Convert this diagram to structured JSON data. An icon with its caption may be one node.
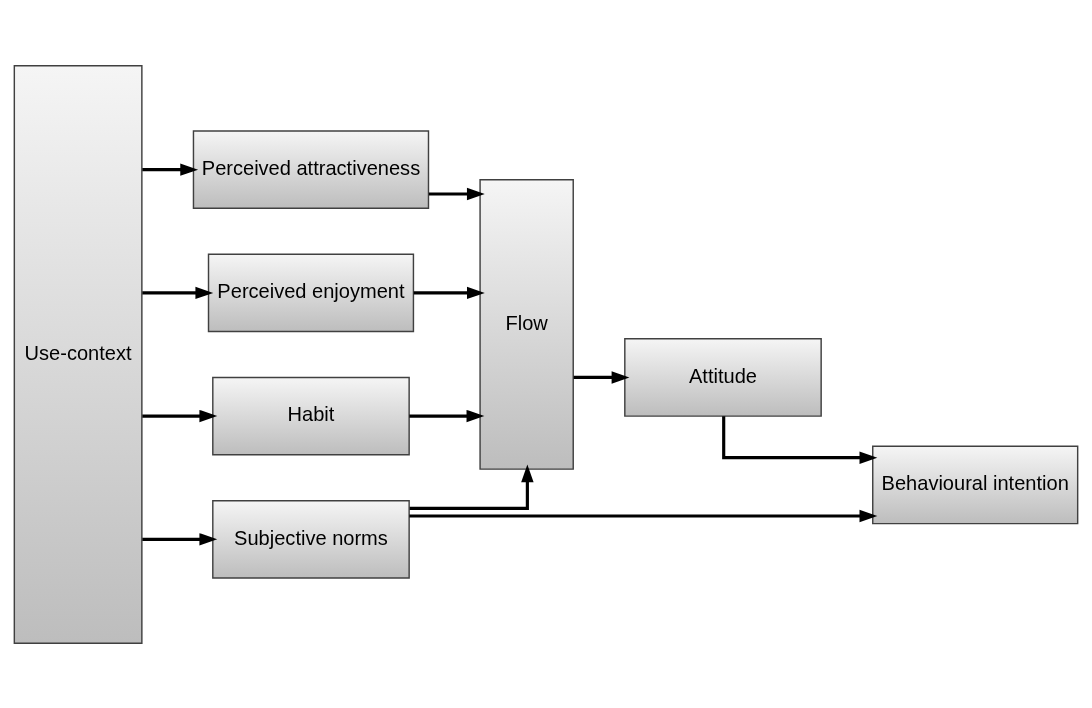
{
  "diagram": {
    "nodes": [
      {
        "text": [
          "Use-context"
        ]
      },
      {
        "text": [
          "Perceived attractiveness"
        ]
      },
      {
        "text": [
          "Perceived enjoyment"
        ]
      },
      {
        "text": [
          "Habit"
        ]
      },
      {
        "text": [
          "Subjective norms"
        ]
      },
      {
        "text": [
          "Flow"
        ]
      },
      {
        "text": [
          "Attitude"
        ]
      },
      {
        "text": [
          "Behavioural intention"
        ]
      }
    ],
    "edges": [
      {
        "from": 0,
        "to": 1,
        "arrow": "to"
      },
      {
        "from": 0,
        "to": 2,
        "arrow": "to"
      },
      {
        "from": 0,
        "to": 3,
        "arrow": "to"
      },
      {
        "from": 0,
        "to": 4,
        "arrow": "to"
      },
      {
        "from": 1,
        "to": 5,
        "arrow": "to"
      },
      {
        "from": 2,
        "to": 5,
        "arrow": "to"
      },
      {
        "from": 3,
        "to": 5,
        "arrow": "to"
      },
      {
        "from": 4,
        "to": 5,
        "arrow": "to"
      },
      {
        "from": 4,
        "to": 7,
        "arrow": "to"
      },
      {
        "from": 5,
        "to": 6,
        "arrow": "to"
      },
      {
        "from": 6,
        "to": 7,
        "arrow": "to"
      }
    ]
  }
}
